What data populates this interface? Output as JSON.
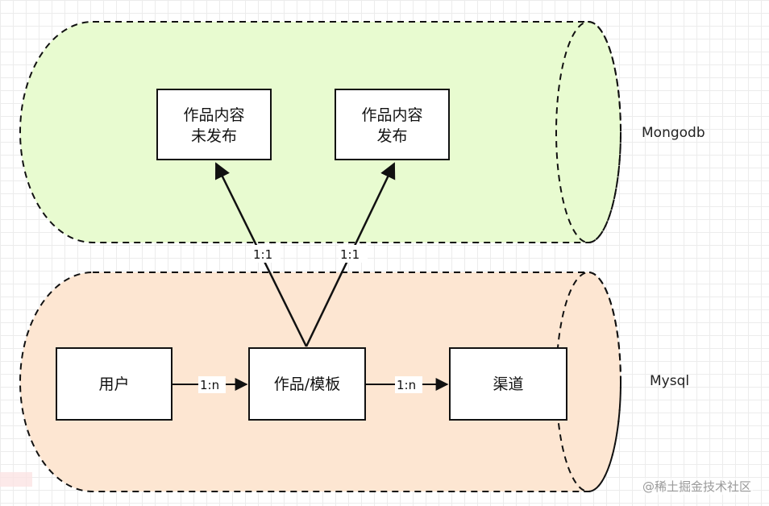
{
  "colors": {
    "mongo_fill": "#e8fbd0",
    "mysql_fill": "#fde6d2",
    "stroke": "#111111"
  },
  "containers": {
    "mongo": {
      "label": "Mongodb"
    },
    "mysql": {
      "label": "Mysql"
    }
  },
  "nodes": {
    "unpublished": {
      "line1": "作品内容",
      "line2": "未发布"
    },
    "published": {
      "line1": "作品内容",
      "line2": "发布"
    },
    "user": {
      "label": "用户"
    },
    "work": {
      "label": "作品/模板"
    },
    "channel": {
      "label": "渠道"
    }
  },
  "edges": {
    "work_to_unpublished": "1:1",
    "work_to_published": "1:1",
    "user_to_work": "1:n",
    "work_to_channel": "1:n"
  },
  "watermark": "@稀土掘金技术社区"
}
